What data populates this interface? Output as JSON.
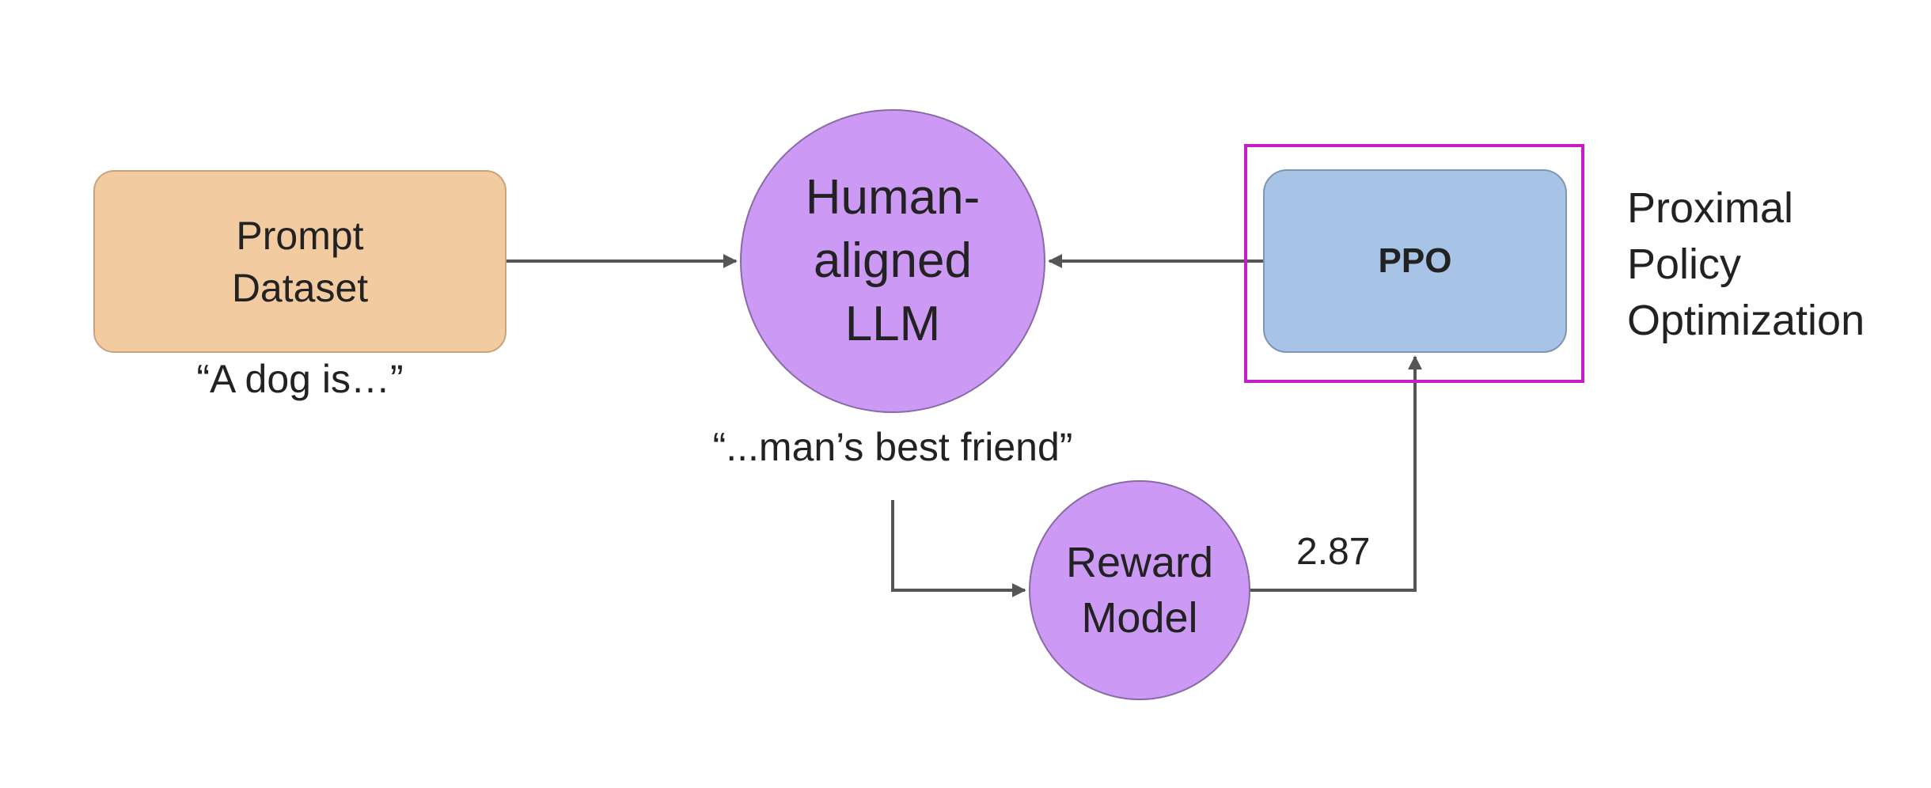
{
  "nodes": {
    "prompt_dataset": {
      "label": "Prompt\nDataset",
      "fill": "#f2cba0"
    },
    "llm": {
      "label": "Human-\naligned\nLLM",
      "fill": "#cc99f5"
    },
    "reward_model": {
      "label": "Reward\nModel",
      "fill": "#cc99f5"
    },
    "ppo": {
      "label": "PPO",
      "fill": "#a7c3e5"
    }
  },
  "annotations": {
    "prompt_example": "“A dog is…”",
    "llm_output": "“...man’s best friend”",
    "reward_value": "2.87",
    "ppo_fullname": "Proximal\nPolicy\nOptimization"
  },
  "colors": {
    "arrow": "#555555",
    "highlight": "#c51fc9"
  },
  "edges": [
    {
      "from": "prompt_dataset",
      "to": "llm"
    },
    {
      "from": "ppo",
      "to": "llm"
    },
    {
      "from": "llm",
      "to": "reward_model"
    },
    {
      "from": "reward_model",
      "to": "ppo"
    }
  ]
}
